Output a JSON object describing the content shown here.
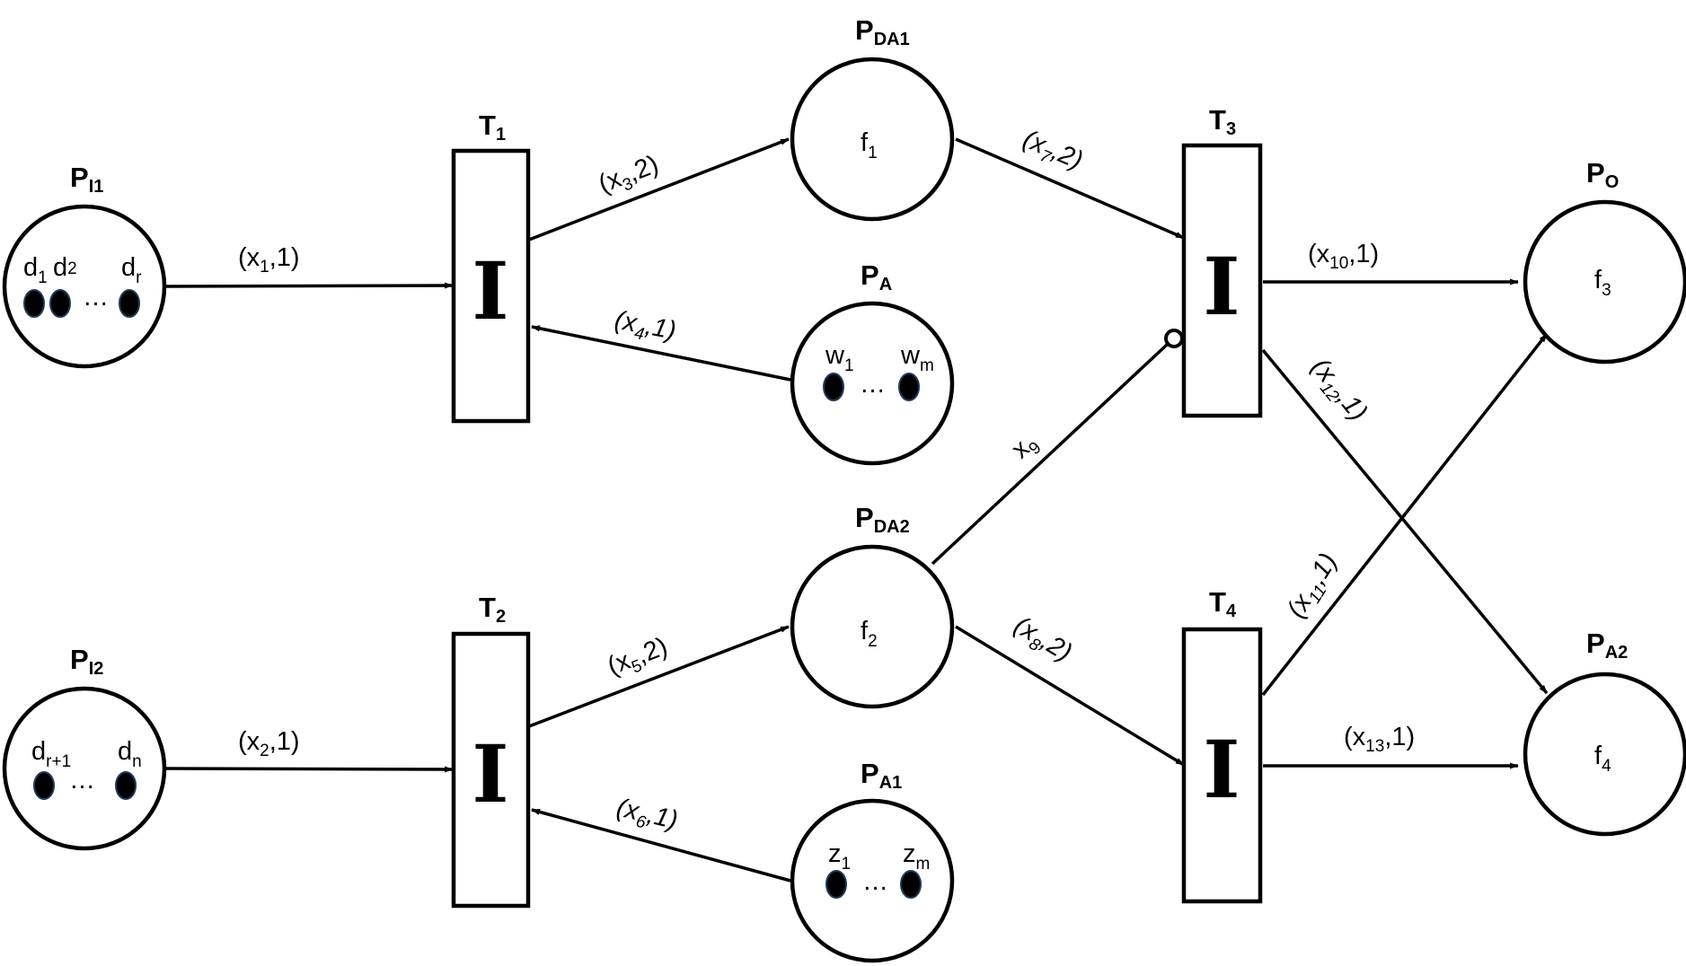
{
  "places": {
    "PI1": {
      "label": "P",
      "sub": "I1",
      "tokens": [
        {
          "main": "d",
          "sub": "1"
        },
        {
          "main": "d",
          "sub": "2"
        },
        {
          "main": "d",
          "sub": "r"
        }
      ],
      "ellipsis": "…"
    },
    "PI2": {
      "label": "P",
      "sub": "I2",
      "tokens": [
        {
          "main": "d",
          "sub": "r+1"
        },
        {
          "main": "d",
          "sub": "n"
        }
      ],
      "ellipsis": "…"
    },
    "PDA1": {
      "label": "P",
      "sub": "DA1",
      "content": {
        "main": "f",
        "sub": "1"
      }
    },
    "PDA2": {
      "label": "P",
      "sub": "DA2",
      "content": {
        "main": "f",
        "sub": "2"
      }
    },
    "PA": {
      "label": "P",
      "sub": "A",
      "tokens": [
        {
          "main": "w",
          "sub": "1"
        },
        {
          "main": "w",
          "sub": "m"
        }
      ],
      "ellipsis": "…"
    },
    "PA1": {
      "label": "P",
      "sub": "A1",
      "tokens": [
        {
          "main": "z",
          "sub": "1"
        },
        {
          "main": "z",
          "sub": "m"
        }
      ],
      "ellipsis": "…"
    },
    "PO": {
      "label": "P",
      "sub": "O",
      "content": {
        "main": "f",
        "sub": "3"
      }
    },
    "PA2": {
      "label": "P",
      "sub": "A2",
      "content": {
        "main": "f",
        "sub": "4"
      }
    }
  },
  "transitions": {
    "T1": {
      "label": "T",
      "sub": "1",
      "symbol": "I"
    },
    "T2": {
      "label": "T",
      "sub": "2",
      "symbol": "I"
    },
    "T3": {
      "label": "T",
      "sub": "3",
      "symbol": "I"
    },
    "T4": {
      "label": "T",
      "sub": "4",
      "symbol": "I"
    }
  },
  "arcs": {
    "a1": {
      "pre": "(x",
      "sub": "1",
      "post": ",1)"
    },
    "a2": {
      "pre": "(x",
      "sub": "2",
      "post": ",1)"
    },
    "a3": {
      "pre": "(x",
      "sub": "3",
      "post": ",2)"
    },
    "a4": {
      "pre": "(x",
      "sub": "4",
      "post": ",1)"
    },
    "a5": {
      "pre": "(x",
      "sub": "5",
      "post": ",2)"
    },
    "a6": {
      "pre": "(x",
      "sub": "6",
      "post": ",1)"
    },
    "a7": {
      "pre": "(x",
      "sub": "7",
      "post": ",2)"
    },
    "a8": {
      "pre": "(x",
      "sub": "8",
      "post": ",2)"
    },
    "a9": {
      "pre": "x",
      "sub": "9",
      "post": ""
    },
    "a10": {
      "pre": "(x",
      "sub": "10",
      "post": ",1)"
    },
    "a11": {
      "pre": "(x",
      "sub": "11",
      "post": ",1)"
    },
    "a12": {
      "pre": "(x",
      "sub": "12",
      "post": ",1)"
    },
    "a13": {
      "pre": "(x",
      "sub": "13",
      "post": ",1)"
    }
  }
}
